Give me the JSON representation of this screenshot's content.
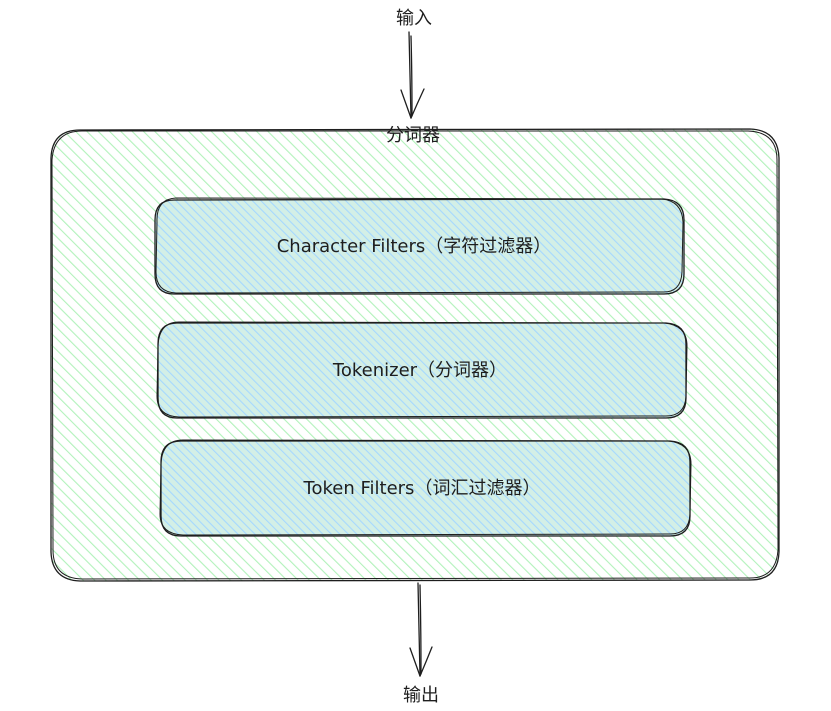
{
  "input_label": "输入",
  "output_label": "输出",
  "analyzer_label": "分词器",
  "stages": [
    {
      "label": "Character Filters（字符过滤器）"
    },
    {
      "label": "Tokenizer（分词器）"
    },
    {
      "label": "Token Filters（词汇过滤器）"
    }
  ],
  "colors": {
    "outer_fill": "#b2f2bb",
    "inner_fill": "#a5d8ff",
    "stroke": "#1e1e1e"
  }
}
